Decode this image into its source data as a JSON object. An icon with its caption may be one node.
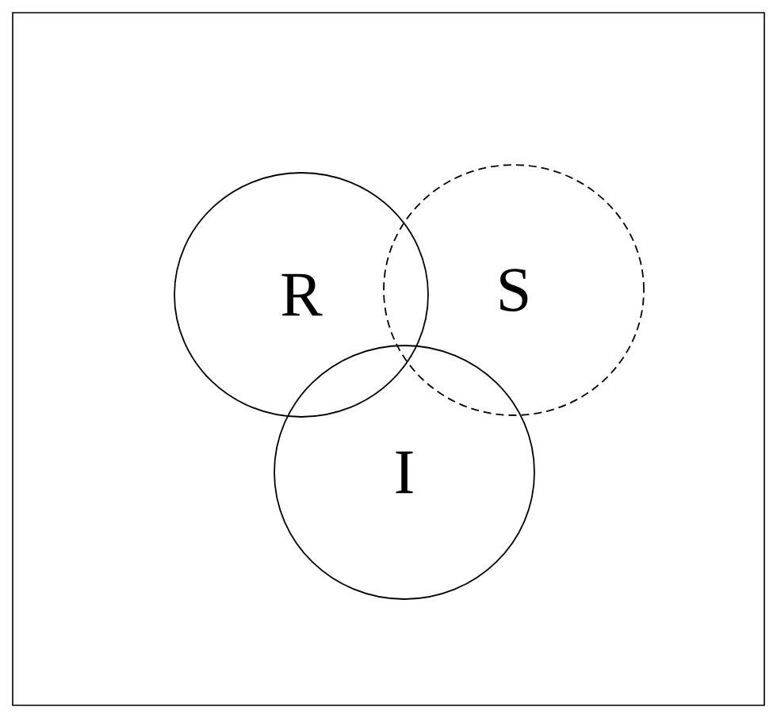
{
  "diagram": {
    "nodes": [
      {
        "text": [
          "R"
        ]
      },
      {
        "text": [
          "S"
        ]
      },
      {
        "text": [
          "I"
        ]
      }
    ]
  }
}
